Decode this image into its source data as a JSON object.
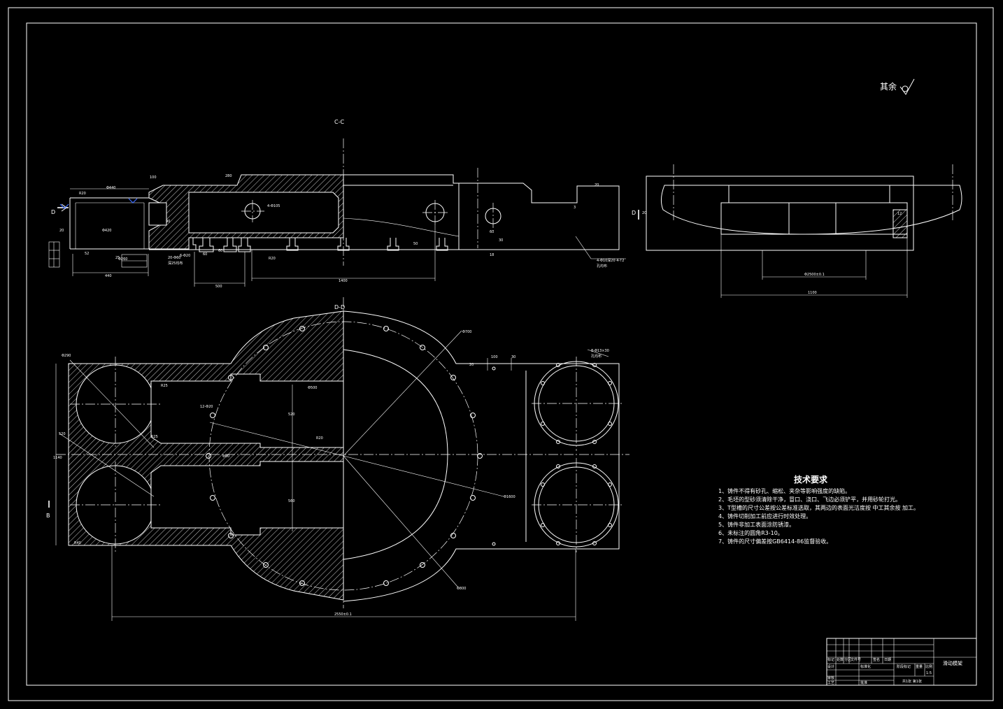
{
  "surface_finish": {
    "label": "其余"
  },
  "sections": {
    "cc": "C-C",
    "dd": "D-D",
    "mark_d_top": "D",
    "mark_d_right": "D",
    "mark_b": "B"
  },
  "tech_requirements": {
    "title": "技术要求",
    "items": [
      "1、铸件不得有砂孔、缩松、夹杂等影响强度的缺陷。",
      "2、毛坯的型砂须清除干净，冒口、浇口、飞边必须铲平，并用砂轮打光。",
      "3、T型槽的尺寸公差按公差标准选取，其两边的表面光洁度按   中工其余按    加工。",
      "4、铸件切削加工前应进行时效处理。",
      "5、铸件非加工表面涂防锈漆。",
      "6、未标注的圆角R3-10。",
      "7、铸件的尺寸偏差按GB6414-86监督验收。"
    ]
  },
  "title_block": {
    "part_name": "滑动模架",
    "headers": [
      "标记",
      "处数",
      "分区",
      "文件号",
      "签名",
      "日期"
    ],
    "rows": [
      "设计",
      "审核",
      "工艺"
    ],
    "std": "标准化",
    "approve": "批准",
    "stage": "阶段标记",
    "weight": "重量",
    "ratio": "比例",
    "scale": "1:5",
    "sheets": "共1张 第1张"
  },
  "dims": {
    "top": [
      "R20",
      "Φ440",
      "Φ420",
      "20",
      "52",
      "25",
      "100",
      "60",
      "440",
      "500",
      "1400",
      "4-Φ105",
      "280",
      "20",
      "60",
      "R20",
      "6-Φ20",
      "3",
      "50",
      "30",
      "18",
      "90",
      "Φ260",
      "60"
    ],
    "right": [
      "Φ2500±0.1",
      "1100",
      "20",
      "12"
    ],
    "plan": [
      "Φ290",
      "Φ700",
      "R25",
      "Φ500",
      "520",
      "1140",
      "Φ80",
      "12-Φ20",
      "560",
      "R40",
      "Φ1600",
      "Φ800",
      "2550±0.1",
      "100",
      "30",
      "20",
      "8-Φ13×30",
      "孔均布"
    ]
  },
  "annotations": {
    "note_holes": "4-Φ10深20 4-T2",
    "note_holes2": "孔均布",
    "note_slot": "20-Φ60",
    "note_slot2": "深25均布"
  }
}
